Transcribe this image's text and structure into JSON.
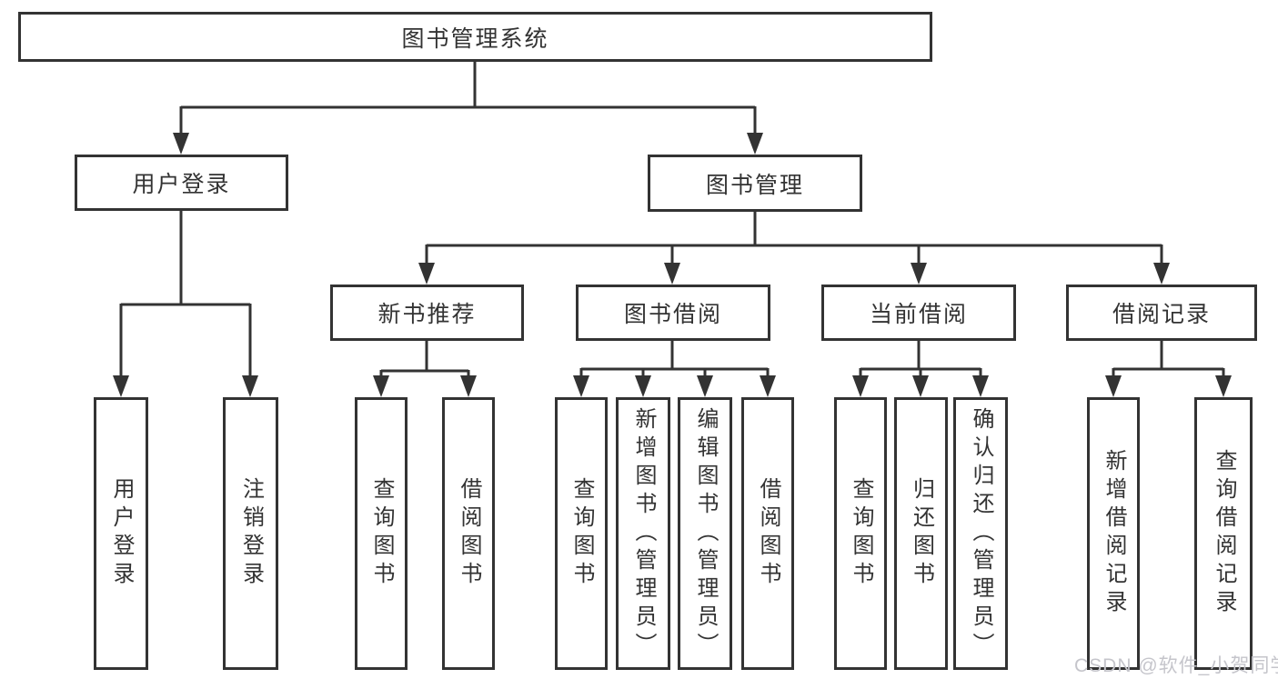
{
  "colors": {
    "line": "#333333",
    "text": "#333333",
    "watermark": "#c5c5cb",
    "background": "#ffffff"
  },
  "nodes": {
    "root": {
      "label": "图书管理系统"
    },
    "user_login": {
      "label": "用户登录"
    },
    "book_mgmt": {
      "label": "图书管理"
    },
    "new_book": {
      "label": "新书推荐"
    },
    "book_borrow": {
      "label": "图书借阅"
    },
    "current_borrow": {
      "label": "当前借阅"
    },
    "borrow_records": {
      "label": "借阅记录"
    },
    "leaf_user_login": {
      "label": "用户登录"
    },
    "leaf_logout": {
      "label": "注销登录"
    },
    "leaf_nb_query": {
      "label": "查询图书"
    },
    "leaf_nb_borrow": {
      "label": "借阅图书"
    },
    "leaf_bb_query": {
      "label": "查询图书"
    },
    "leaf_bb_add": {
      "label": "新增图书（管理员）"
    },
    "leaf_bb_edit": {
      "label": "编辑图书（管理员）"
    },
    "leaf_bb_borrow": {
      "label": "借阅图书"
    },
    "leaf_cb_query": {
      "label": "查询图书"
    },
    "leaf_cb_return": {
      "label": "归还图书"
    },
    "leaf_cb_confirm": {
      "label": "确认归还（管理员）"
    },
    "leaf_br_add": {
      "label": "新增借阅记录"
    },
    "leaf_br_query": {
      "label": "查询借阅记录"
    }
  },
  "hierarchy": {
    "root": "图书管理系统",
    "children": [
      {
        "label": "用户登录",
        "children": [
          "用户登录",
          "注销登录"
        ]
      },
      {
        "label": "图书管理",
        "children": [
          {
            "label": "新书推荐",
            "children": [
              "查询图书",
              "借阅图书"
            ]
          },
          {
            "label": "图书借阅",
            "children": [
              "查询图书",
              "新增图书（管理员）",
              "编辑图书（管理员）",
              "借阅图书"
            ]
          },
          {
            "label": "当前借阅",
            "children": [
              "查询图书",
              "归还图书",
              "确认归还（管理员）"
            ]
          },
          {
            "label": "借阅记录",
            "children": [
              "新增借阅记录",
              "查询借阅记录"
            ]
          }
        ]
      }
    ]
  },
  "watermark": {
    "text": "CSDN @软件_小贺同学"
  }
}
